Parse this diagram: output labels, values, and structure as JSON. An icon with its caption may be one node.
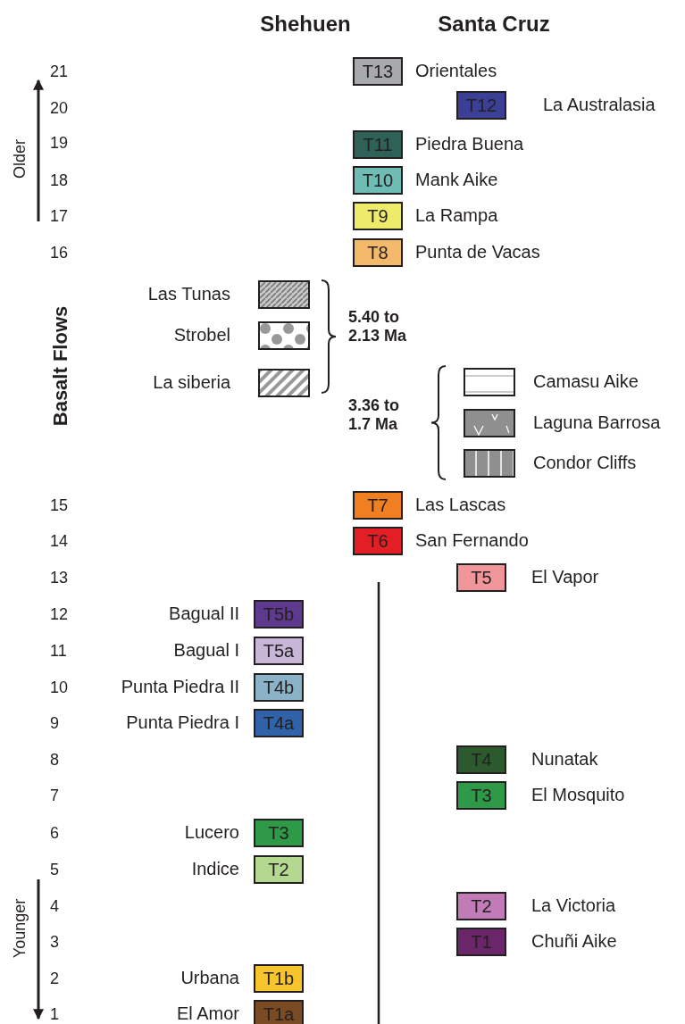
{
  "diagram": {
    "nodes": [
      {
        "text": [
          "T13"
        ],
        "beside": [
          "Orientales"
        ]
      },
      {
        "text": [
          "T12"
        ],
        "beside": [
          "La Australasia"
        ]
      },
      {
        "text": [
          "T11"
        ],
        "beside": [
          "Piedra Buena"
        ]
      },
      {
        "text": [
          "T10"
        ],
        "beside": [
          "Mank Aike"
        ]
      },
      {
        "text": [
          "T9"
        ],
        "beside": [
          "La Rampa"
        ]
      },
      {
        "text": [
          "T8"
        ],
        "beside": [
          "Punta de Vacas"
        ]
      },
      {
        "text": [],
        "shape": "box",
        "beside": [
          "Las Tunas"
        ]
      },
      {
        "text": [],
        "shape": "box",
        "beside": [
          "Strobel"
        ]
      },
      {
        "text": [],
        "shape": "box",
        "beside": [
          "La siberia"
        ]
      },
      {
        "text": [],
        "shape": "box",
        "beside": [
          "Camasu Aike"
        ]
      },
      {
        "text": [],
        "shape": "box",
        "beside": [
          "Laguna Barrosa"
        ]
      },
      {
        "text": [],
        "shape": "box",
        "beside": [
          "Condor Cliffs"
        ]
      },
      {
        "text": [
          "T7"
        ],
        "beside": [
          "Las Lascas"
        ]
      },
      {
        "text": [
          "T6"
        ],
        "beside": [
          "San Fernando"
        ]
      },
      {
        "text": [
          "T5"
        ],
        "beside": [
          "El Vapor"
        ]
      },
      {
        "text": [
          "T5b"
        ],
        "beside": [
          "Bagual II"
        ]
      },
      {
        "text": [
          "T5a"
        ],
        "beside": [
          "Bagual I"
        ]
      },
      {
        "text": [
          "T4b"
        ],
        "beside": [
          "Punta Piedra II"
        ]
      },
      {
        "text": [
          "T4a"
        ],
        "beside": [
          "Punta Piedra I"
        ]
      },
      {
        "text": [
          "T4"
        ],
        "beside": [
          "Nunatak"
        ]
      },
      {
        "text": [
          "T3"
        ],
        "beside": [
          "El Mosquito"
        ]
      },
      {
        "text": [
          "T3"
        ],
        "beside": [
          "Lucero"
        ]
      },
      {
        "text": [
          "T2"
        ],
        "beside": [
          "Indice"
        ]
      },
      {
        "text": [
          "T2"
        ],
        "beside": [
          "La Victoria"
        ]
      },
      {
        "text": [
          "T1"
        ],
        "beside": [
          "Chuñi Aike"
        ]
      },
      {
        "text": [
          "T1b"
        ],
        "beside": [
          "Urbana"
        ]
      },
      {
        "text": [
          "T1a"
        ],
        "beside": [
          "El Amor"
        ]
      }
    ],
    "edges": [],
    "labels": [
      "Shehuen",
      "Santa Cruz",
      "21",
      "20",
      "19",
      "18",
      "17",
      "16",
      "Older",
      "Basalt Flows",
      "5.40 to 2.13 Ma",
      "3.36 to 1.7 Ma",
      "15",
      "14",
      "13",
      "12",
      "11",
      "10",
      "9",
      "8",
      "7",
      "6",
      "5",
      "4",
      "3",
      "2",
      "1",
      "Younger"
    ]
  }
}
